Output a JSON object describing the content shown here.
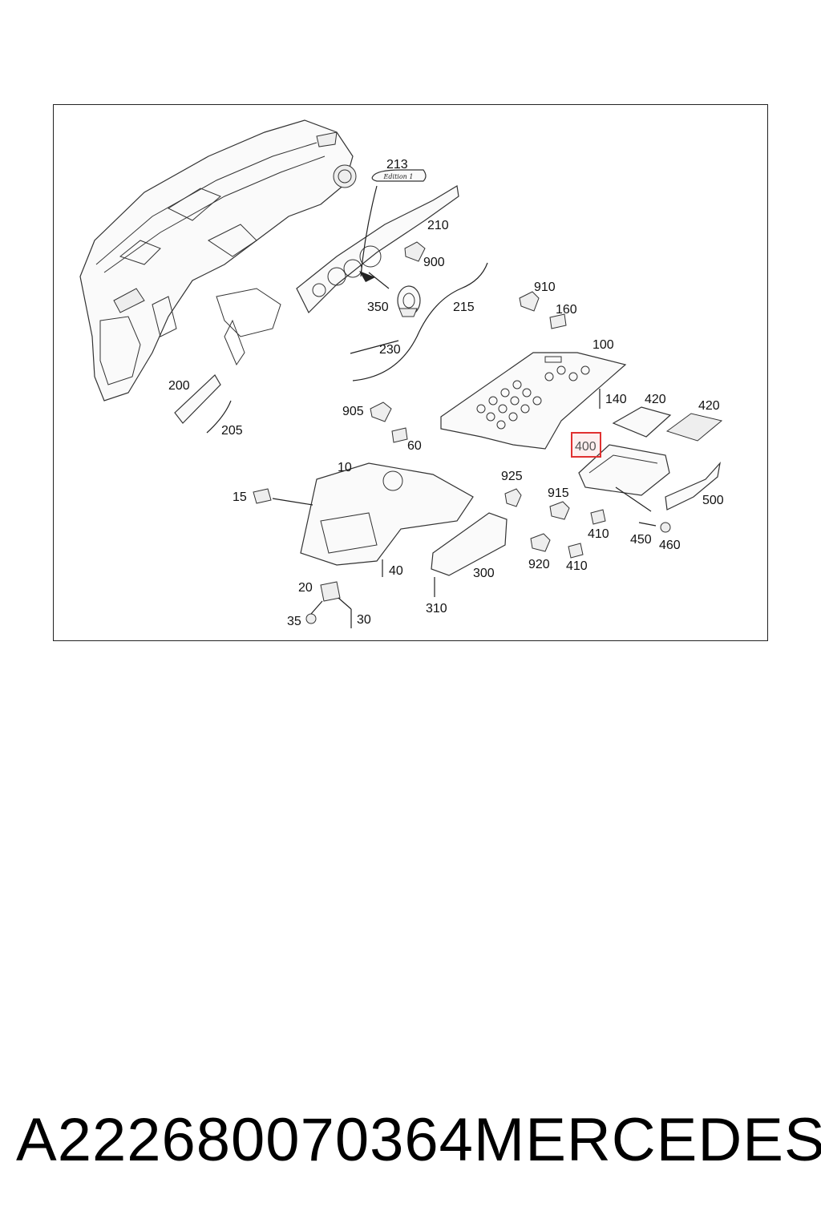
{
  "diagram": {
    "callouts": {
      "c213": "213",
      "c210": "210",
      "c900": "900",
      "c350": "350",
      "c215": "215",
      "c230": "230",
      "c910": "910",
      "c160": "160",
      "c100": "100",
      "c140": "140",
      "c420a": "420",
      "c420b": "420",
      "c200": "200",
      "c205": "205",
      "c905": "905",
      "c60": "60",
      "c400": "400",
      "c10": "10",
      "c925": "925",
      "c915": "915",
      "c15": "15",
      "c410a": "410",
      "c450": "450",
      "c460": "460",
      "c500": "500",
      "c920": "920",
      "c410b": "410",
      "c40": "40",
      "c300": "300",
      "c20": "20",
      "c310": "310",
      "c35": "35",
      "c30": "30"
    },
    "badge_text": "Edition 1",
    "highlight_color": "#e03030",
    "highlighted_part": "400"
  },
  "caption": {
    "part_number": "A222680070364",
    "brand": "MERCEDES"
  }
}
